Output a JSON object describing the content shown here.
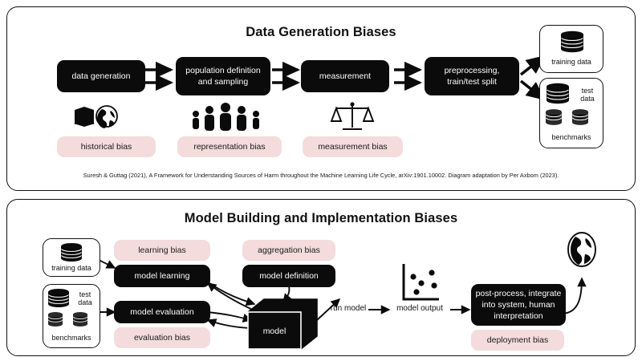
{
  "panels": [
    {
      "id": "data-generation",
      "title": "Data Generation Biases",
      "stages": [
        {
          "label": "data generation"
        },
        {
          "label": "population definition and sampling"
        },
        {
          "label": "measurement"
        },
        {
          "label": "preprocessing, train/test split"
        }
      ],
      "icons": [
        "book-globe-icon",
        "people-group-icon",
        "balance-scale-icon"
      ],
      "biases": [
        {
          "label": "historical bias"
        },
        {
          "label": "representation bias"
        },
        {
          "label": "measurement bias"
        }
      ],
      "data_stores": [
        {
          "label": "training data",
          "icons": [
            "database-cylinder-icon"
          ]
        },
        {
          "label_top": "test data",
          "label_bottom": "benchmarks",
          "icons": [
            "database-cylinder-icon",
            "database-cylinder-icon",
            "database-cylinder-icon"
          ]
        }
      ],
      "caption": "Suresh & Guttag (2021), A Framework for Understanding Sources of Harm throughout the Machine Learning Life Cycle, arXiv:1901.10002. Diagram adaptation by Per Axbom (2023)."
    },
    {
      "id": "model-building",
      "title": "Model Building and Implementation Biases",
      "data_stores": [
        {
          "label": "training data"
        },
        {
          "label_top": "test data",
          "label_bottom": "benchmarks"
        }
      ],
      "process_boxes": [
        {
          "label": "model learning"
        },
        {
          "label": "model evaluation"
        },
        {
          "label": "model definition"
        },
        {
          "label": "model"
        },
        {
          "label": "post-process, integrate into system, human interpretation"
        }
      ],
      "biases": [
        {
          "label": "learning bias"
        },
        {
          "label": "evaluation bias"
        },
        {
          "label": "aggregation bias"
        },
        {
          "label": "deployment bias"
        }
      ],
      "flow_labels": [
        {
          "label": "run model"
        },
        {
          "label": "model output"
        }
      ],
      "icons": [
        "scatter-plot-icon",
        "globe-icon"
      ]
    }
  ],
  "colors": {
    "pink": "#f4dcdc",
    "black": "#0b0b0b",
    "white": "#ffffff",
    "border": "#111111"
  }
}
